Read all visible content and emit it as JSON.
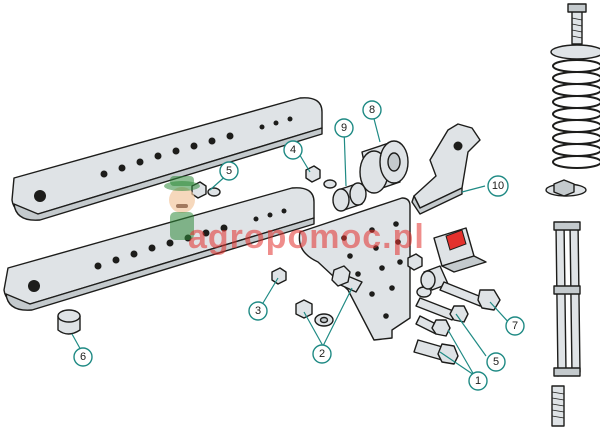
{
  "watermark": {
    "text": "agropomoc.pl",
    "color": "#e3312d",
    "mascot_icon": "farmer-mascot-icon"
  },
  "colors": {
    "part_fill": "#dfe3e6",
    "outline": "#1d1d1b",
    "callout_stroke": "#1f8a84"
  },
  "callouts": [
    {
      "id": "1",
      "label": "1"
    },
    {
      "id": "2",
      "label": "2"
    },
    {
      "id": "3",
      "label": "3"
    },
    {
      "id": "4",
      "label": "4"
    },
    {
      "id": "5a",
      "label": "5"
    },
    {
      "id": "5b",
      "label": "5"
    },
    {
      "id": "6",
      "label": "6"
    },
    {
      "id": "7",
      "label": "7"
    },
    {
      "id": "8",
      "label": "8"
    },
    {
      "id": "9",
      "label": "9"
    },
    {
      "id": "10",
      "label": "10"
    }
  ]
}
